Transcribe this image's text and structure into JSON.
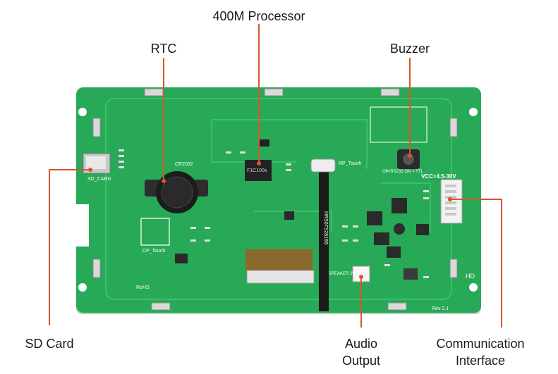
{
  "labels": {
    "processor": "400M Processor",
    "rtc": "RTC",
    "buzzer": "Buzzer",
    "sd_card": "SD Card",
    "audio_output_line1": "Audio",
    "audio_output_line2": "Output",
    "comm_line1": "Communication",
    "comm_line2": "Interface"
  },
  "silkscreen": {
    "rtc_battery": "CR2032",
    "sd_card": "SD_CARD",
    "rp_touch": "RP_Touch",
    "cp_touch": "CP_Touch",
    "chip": "F1C100s",
    "speaker": "SPEAKER\n2W 4Ω",
    "vcc": "VCC=4.5-30V",
    "rs232": "Off=RS232\nON = TTL",
    "fpc": "HRS07S2816B",
    "rev": "Rev 2.1",
    "rohs": "RoHS",
    "hd": "HD"
  },
  "colors": {
    "board": "#27a957",
    "leader": "#d9542b",
    "text": "#1a1a1a"
  }
}
